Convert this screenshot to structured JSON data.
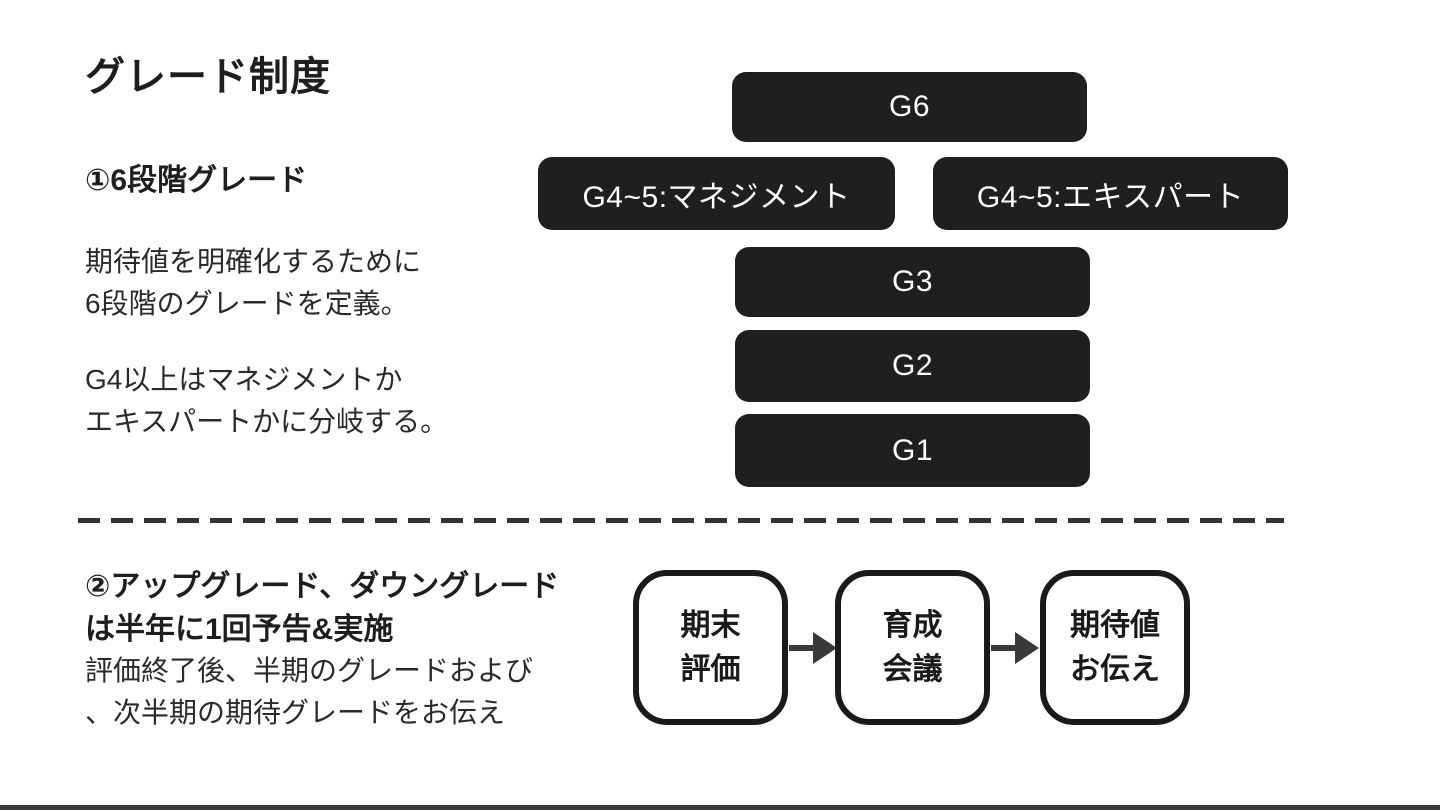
{
  "slide": {
    "title": "グレード制度",
    "section1": {
      "heading": "①6段階グレード",
      "para1_line1": "期待値を明確化するために",
      "para1_line2": "6段階のグレードを定義。",
      "para2_line1": "G4以上はマネジメントか",
      "para2_line2": "エキスパートかに分岐する。"
    },
    "section2": {
      "heading_line1": "②アップグレード、ダウングレード",
      "heading_line2": "は半年に1回予告&実施",
      "body_line1": "評価終了後、半期のグレードおよび",
      "body_line2": "、次半期の期待グレードをお伝え"
    }
  },
  "grade_pyramid": {
    "levels": [
      {
        "id": "G6",
        "label": "G6"
      },
      {
        "id": "G4-5-management",
        "label": "G4~5:マネジメント"
      },
      {
        "id": "G4-5-expert",
        "label": "G4~5:エキスパート"
      },
      {
        "id": "G3",
        "label": "G3"
      },
      {
        "id": "G2",
        "label": "G2"
      },
      {
        "id": "G1",
        "label": "G1"
      }
    ]
  },
  "process_flow": {
    "steps": [
      {
        "line1": "期末",
        "line2": "評価"
      },
      {
        "line1": "育成",
        "line2": "会議"
      },
      {
        "line1": "期待値",
        "line2": "お伝え"
      }
    ]
  },
  "colors": {
    "grade_box_bg": "#1d1f20",
    "grade_box_text": "#ffffff",
    "body_text": "#212121",
    "arrow": "#3a3a3a",
    "divider": "#333333",
    "bottom_bar": "#3b3b3b"
  }
}
